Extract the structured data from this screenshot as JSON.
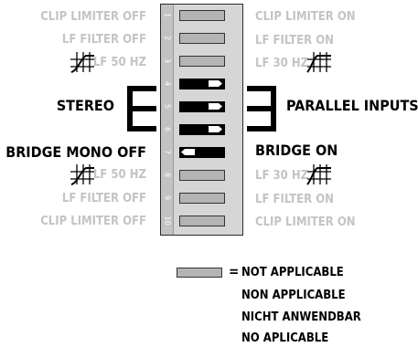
{
  "left_labels": {
    "clip_off_top": "CLIP LIMITER OFF",
    "lf_off_top": "LF FILTER OFF",
    "lf50_top": "LF 50 HZ",
    "stereo": "STEREO",
    "bridge_mono_off": "BRIDGE MONO OFF",
    "lf50_bottom": "LF 50 HZ",
    "lf_off_bottom": "LF FILTER OFF",
    "clip_off_bottom": "CLIP LIMITER OFF"
  },
  "right_labels": {
    "clip_on_top": "CLIP LIMITER ON",
    "lf_on_top": "LF FILTER ON",
    "lf30_top": "LF 30 HZ",
    "parallel": "PARALLEL INPUTS",
    "bridge_on": "BRIDGE ON",
    "lf30_bottom": "LF 30 HZ",
    "lf_on_bottom": "LF FILTER ON",
    "clip_on_bottom": "CLIP LIMITER ON"
  },
  "switch_numbers": [
    "1",
    "2",
    "3",
    "4",
    "5",
    "6",
    "7",
    "8",
    "9",
    "10"
  ],
  "switch_states": [
    "na",
    "na",
    "na",
    "right",
    "right",
    "right",
    "left",
    "na",
    "na",
    "na"
  ],
  "icons": {
    "lf50_icon": "filter-50hz-curve-icon",
    "lf30_icon": "filter-30hz-curve-icon"
  },
  "legend": {
    "equals": "=",
    "lines": [
      "NOT APPLICABLE",
      "NON APPLICABLE",
      "NICHT ANWENDBAR",
      "NO APLICABLE"
    ]
  },
  "colors": {
    "inactive_text": "#c4c4c4",
    "active_text": "#000000",
    "switch_grey": "#b4b4b4",
    "dip_body": "#d6d6d6"
  }
}
